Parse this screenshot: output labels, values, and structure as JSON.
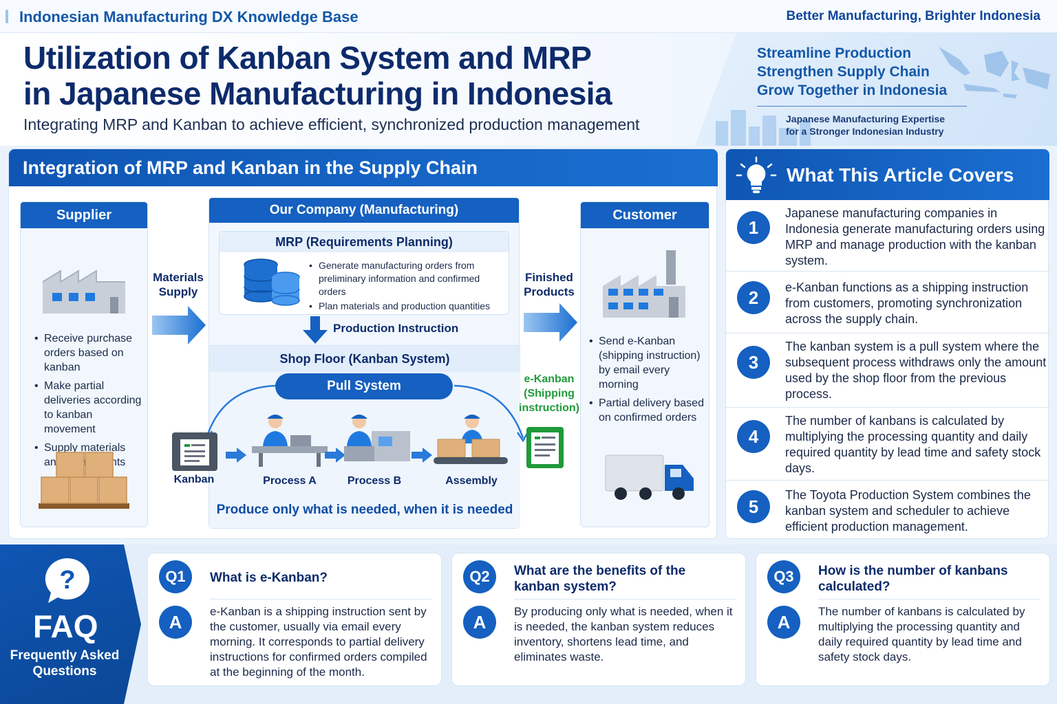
{
  "topbar": {
    "brand": "Indonesian Manufacturing DX Knowledge Base",
    "slogan": "Better Manufacturing, Brighter Indonesia"
  },
  "header": {
    "title_line1": "Utilization of Kanban System and MRP",
    "title_line2": "in Japanese Manufacturing in Indonesia",
    "subtitle": "Integrating MRP and Kanban to achieve efficient, synchronized production management",
    "tagline": [
      "Streamline Production",
      "Strengthen Supply Chain",
      "Grow Together in Indonesia"
    ],
    "expertise_line1": "Japanese Manufacturing Expertise",
    "expertise_line2": "for a Stronger Indonesian Industry"
  },
  "integration": {
    "heading": "Integration of MRP and Kanban in the Supply Chain",
    "supplier": {
      "title": "Supplier",
      "bullets": [
        "Receive purchase orders based on kanban",
        "Make partial deliveries according to kanban movement",
        "Supply materials and components"
      ]
    },
    "materials_supply": [
      "Materials",
      "Supply"
    ],
    "company": {
      "title": "Our Company (Manufacturing)",
      "mrp_title": "MRP (Requirements Planning)",
      "mrp_bullets": [
        "Generate manufacturing orders from preliminary information and confirmed orders",
        "Plan materials and production quantities"
      ],
      "production_instruction": "Production Instruction",
      "shop_floor_title": "Shop Floor (Kanban System)",
      "pull_system": "Pull System",
      "steps": [
        "Kanban",
        "Process A",
        "Process B",
        "Assembly"
      ],
      "motto": "Produce only what is needed, when it is needed"
    },
    "ekanban_label": [
      "e-Kanban",
      "(Shipping",
      "instruction)"
    ],
    "finished_products": [
      "Finished",
      "Products"
    ],
    "customer": {
      "title": "Customer",
      "bullets": [
        "Send e-Kanban (shipping instruction) by email every morning",
        "Partial delivery based on confirmed orders"
      ]
    }
  },
  "covers": {
    "heading": "What This Article Covers",
    "items": [
      {
        "num": "1",
        "text": "Japanese manufacturing companies in Indonesia generate manufacturing orders using MRP and manage production with the kanban system."
      },
      {
        "num": "2",
        "text": "e-Kanban functions as a shipping instruction from customers, promoting synchronization across the supply chain."
      },
      {
        "num": "3",
        "text": "The kanban system is a pull system where the subsequent process withdraws only the amount used by the shop floor from the previous process."
      },
      {
        "num": "4",
        "text": "The number of kanbans is calculated by multiplying the processing quantity and daily required quantity by lead time and safety stock days."
      },
      {
        "num": "5",
        "text": "The Toyota Production System combines the kanban system and scheduler to achieve efficient production management."
      }
    ]
  },
  "faq": {
    "title": "FAQ",
    "subtitle": "Frequently Asked Questions",
    "items": [
      {
        "q_label": "Q1",
        "question": "What is e-Kanban?",
        "a_label": "A",
        "answer": "e-Kanban is a shipping instruction sent by the customer, usually via email every morning. It corresponds to partial delivery instructions for confirmed orders compiled at the beginning of the month."
      },
      {
        "q_label": "Q2",
        "question": "What are the benefits of the kanban system?",
        "a_label": "A",
        "answer": "By producing only what is needed, when it is needed, the kanban system reduces inventory, shortens lead time, and eliminates waste."
      },
      {
        "q_label": "Q3",
        "question": "How is the number of kanbans calculated?",
        "a_label": "A",
        "answer": "The number of kanbans is calculated by multiplying the processing quantity and daily required quantity by lead time and safety stock days."
      }
    ]
  },
  "colors": {
    "primary": "#1560c0",
    "navy": "#0d2b6b",
    "ekanban_green": "#1f9a3a"
  }
}
